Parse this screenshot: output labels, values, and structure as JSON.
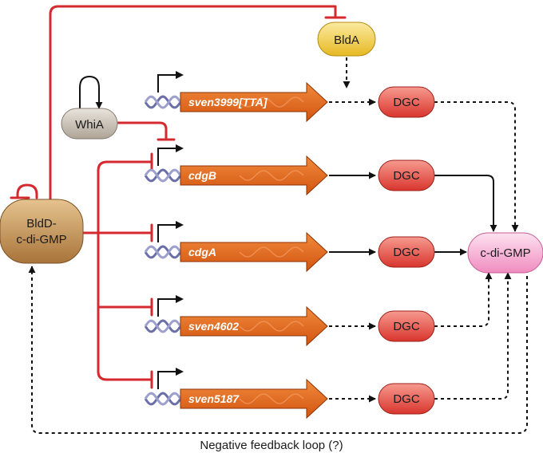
{
  "nodes": {
    "blda": "BldA",
    "whia": "WhiA",
    "bldd_line1": "BldD-",
    "bldd_line2": "c-di-GMP",
    "cdigmp": "c-di-GMP",
    "dgc": "DGC"
  },
  "genes": [
    {
      "name": "sven3999[TTA]",
      "regulation": "dashed"
    },
    {
      "name": "cdgB",
      "regulation": "solid"
    },
    {
      "name": "cdgA",
      "regulation": "solid"
    },
    {
      "name": "sven4602",
      "regulation": "dashed"
    },
    {
      "name": "sven5187",
      "regulation": "dashed"
    }
  ],
  "caption": "Negative feedback loop (?)",
  "colors": {
    "repression": "#d42a2f",
    "gene_arrow": "#e2621b",
    "dgc_fill": "#e8463d",
    "cdigmp_fill": "#f7b6d6",
    "bldd_fill": "#c8965a",
    "whia_fill": "#c9c0b3",
    "blda_fill": "#f1cd3a",
    "dna": "#6b6fa8"
  }
}
